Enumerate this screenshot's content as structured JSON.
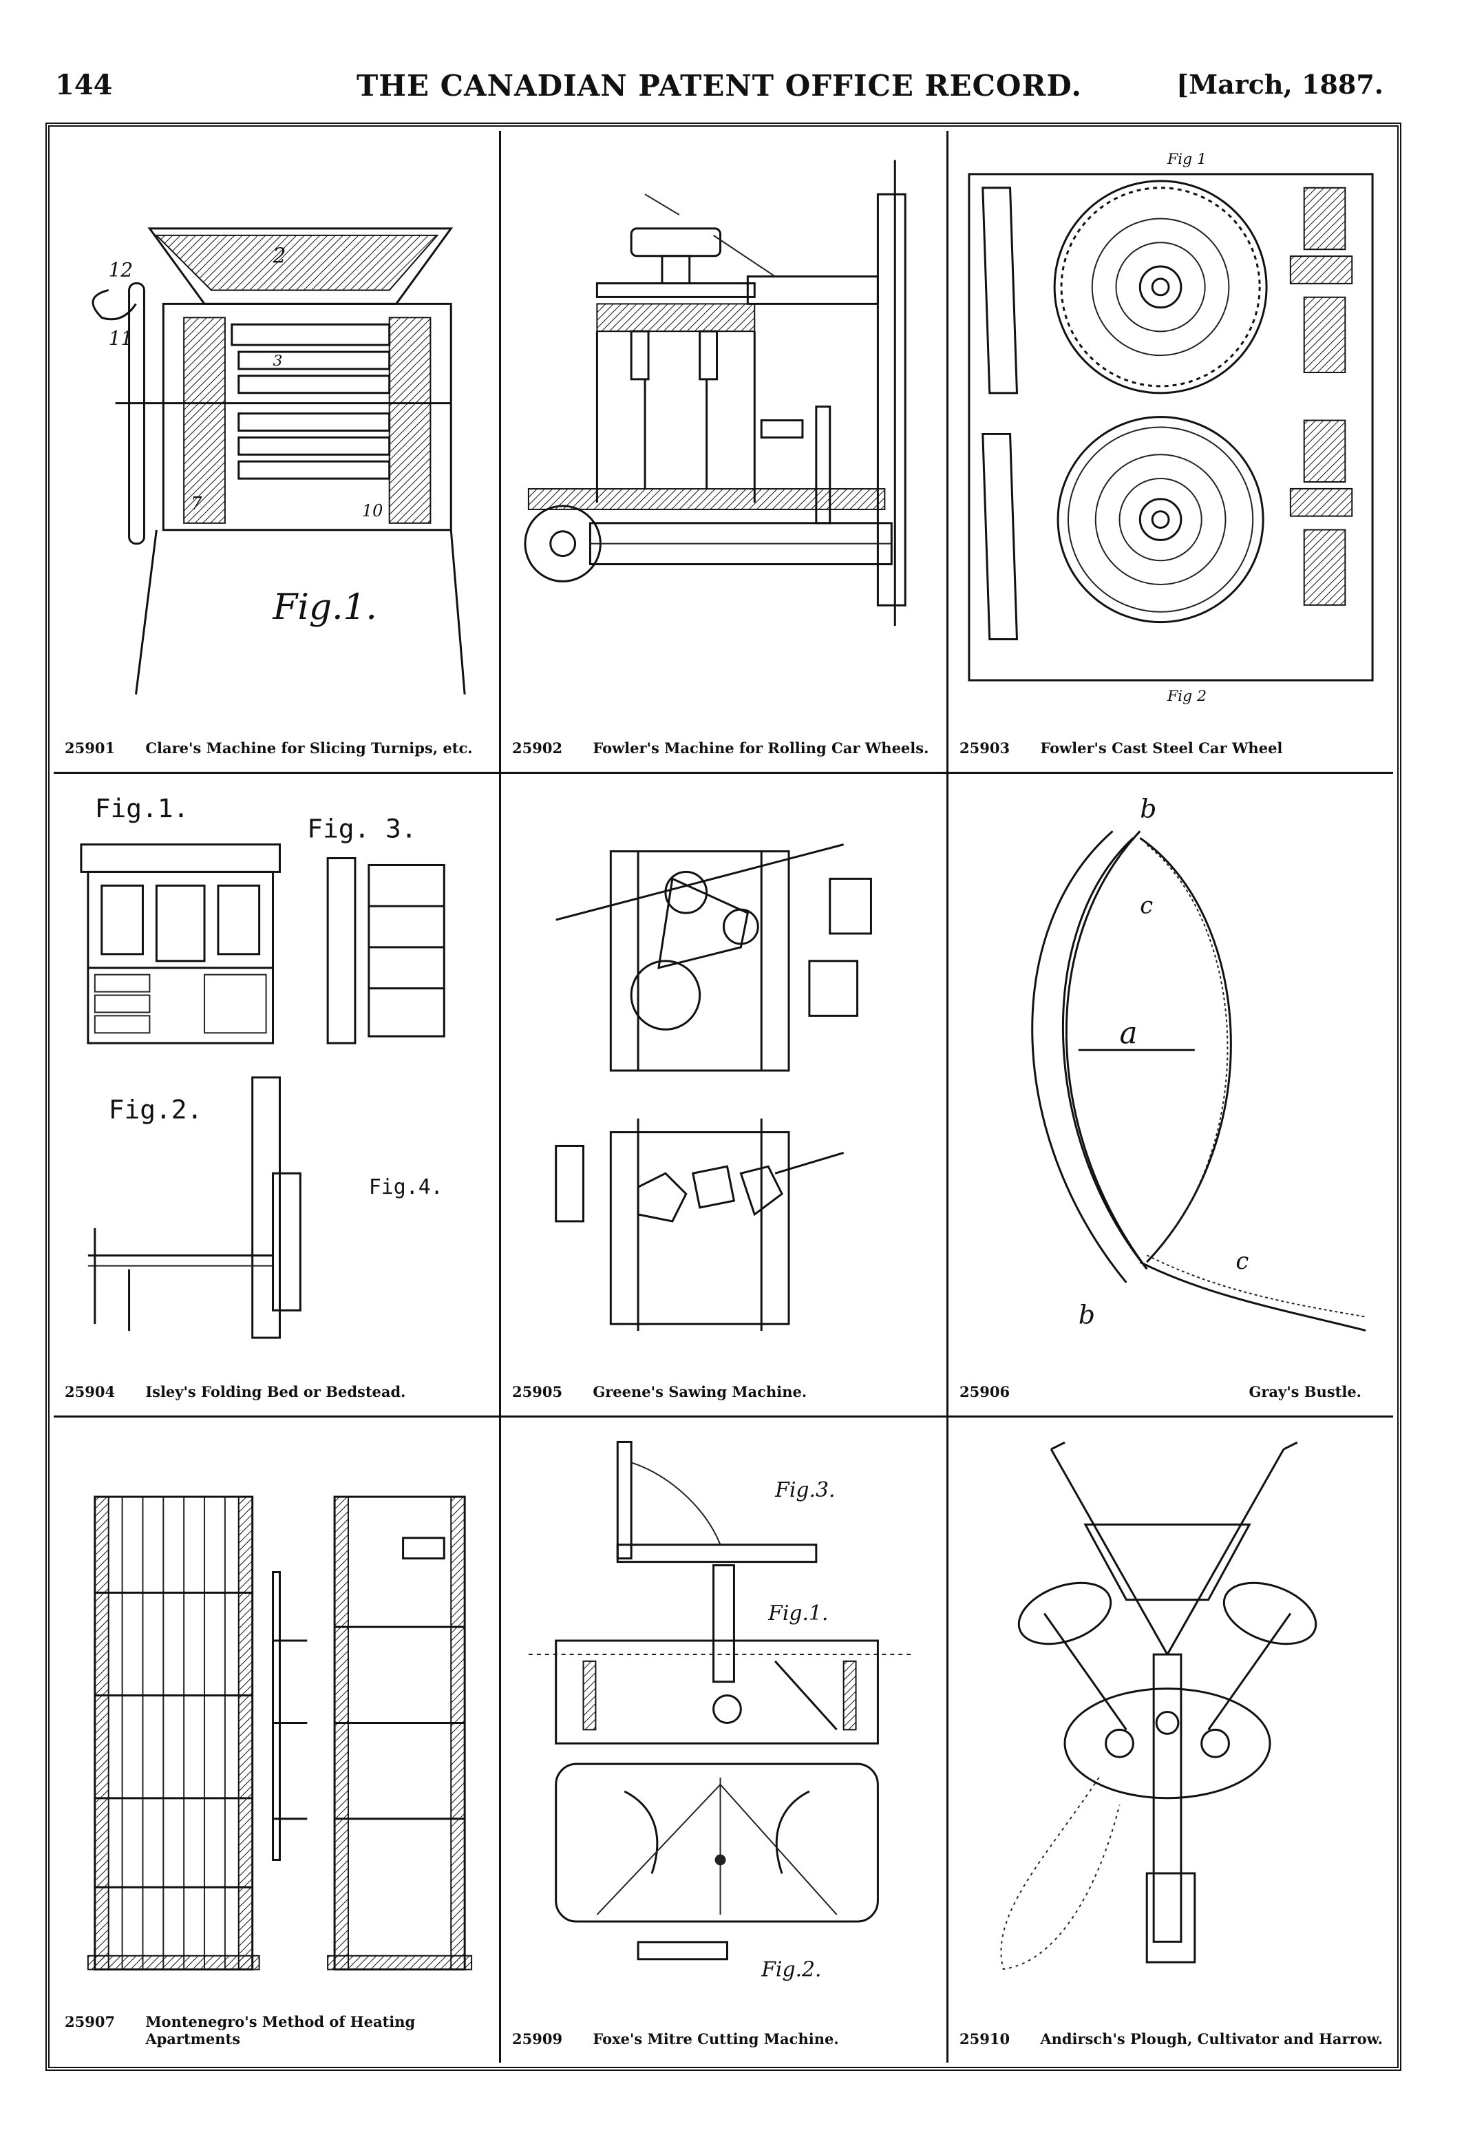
{
  "header": {
    "page_number": "144",
    "title": "THE CANADIAN PATENT OFFICE RECORD.",
    "date": "[March, 1887."
  },
  "patents": [
    {
      "number": "25901",
      "title": "Clare's Machine for Slicing Turnips, etc.",
      "figure_labels": [
        "Fig.1."
      ]
    },
    {
      "number": "25902",
      "title": "Fowler's Machine for Rolling Car Wheels.",
      "figure_labels": []
    },
    {
      "number": "25903",
      "title": "Fowler's Cast Steel Car Wheel",
      "figure_labels": [
        "Fig 1",
        "Fig 2"
      ]
    },
    {
      "number": "25904",
      "title": "Isley's Folding Bed or Bedstead.",
      "figure_labels": [
        "Fig.1.",
        "Fig. 3.",
        "Fig.2.",
        "Fig.4."
      ]
    },
    {
      "number": "25905",
      "title": "Greene's Sawing Machine.",
      "figure_labels": []
    },
    {
      "number": "25906",
      "title": "Gray's Bustle.",
      "figure_labels": []
    },
    {
      "number": "25907",
      "title": "Montenegro's Method of Heating Apartments",
      "figure_labels": []
    },
    {
      "number": "25909",
      "title": "Foxe's Mitre Cutting Machine.",
      "figure_labels": [
        "Fig.3.",
        "Fig.1.",
        "Fig.2."
      ]
    },
    {
      "number": "25910",
      "title": "Andirsch's Plough, Cultivator and Harrow.",
      "figure_labels": []
    }
  ]
}
